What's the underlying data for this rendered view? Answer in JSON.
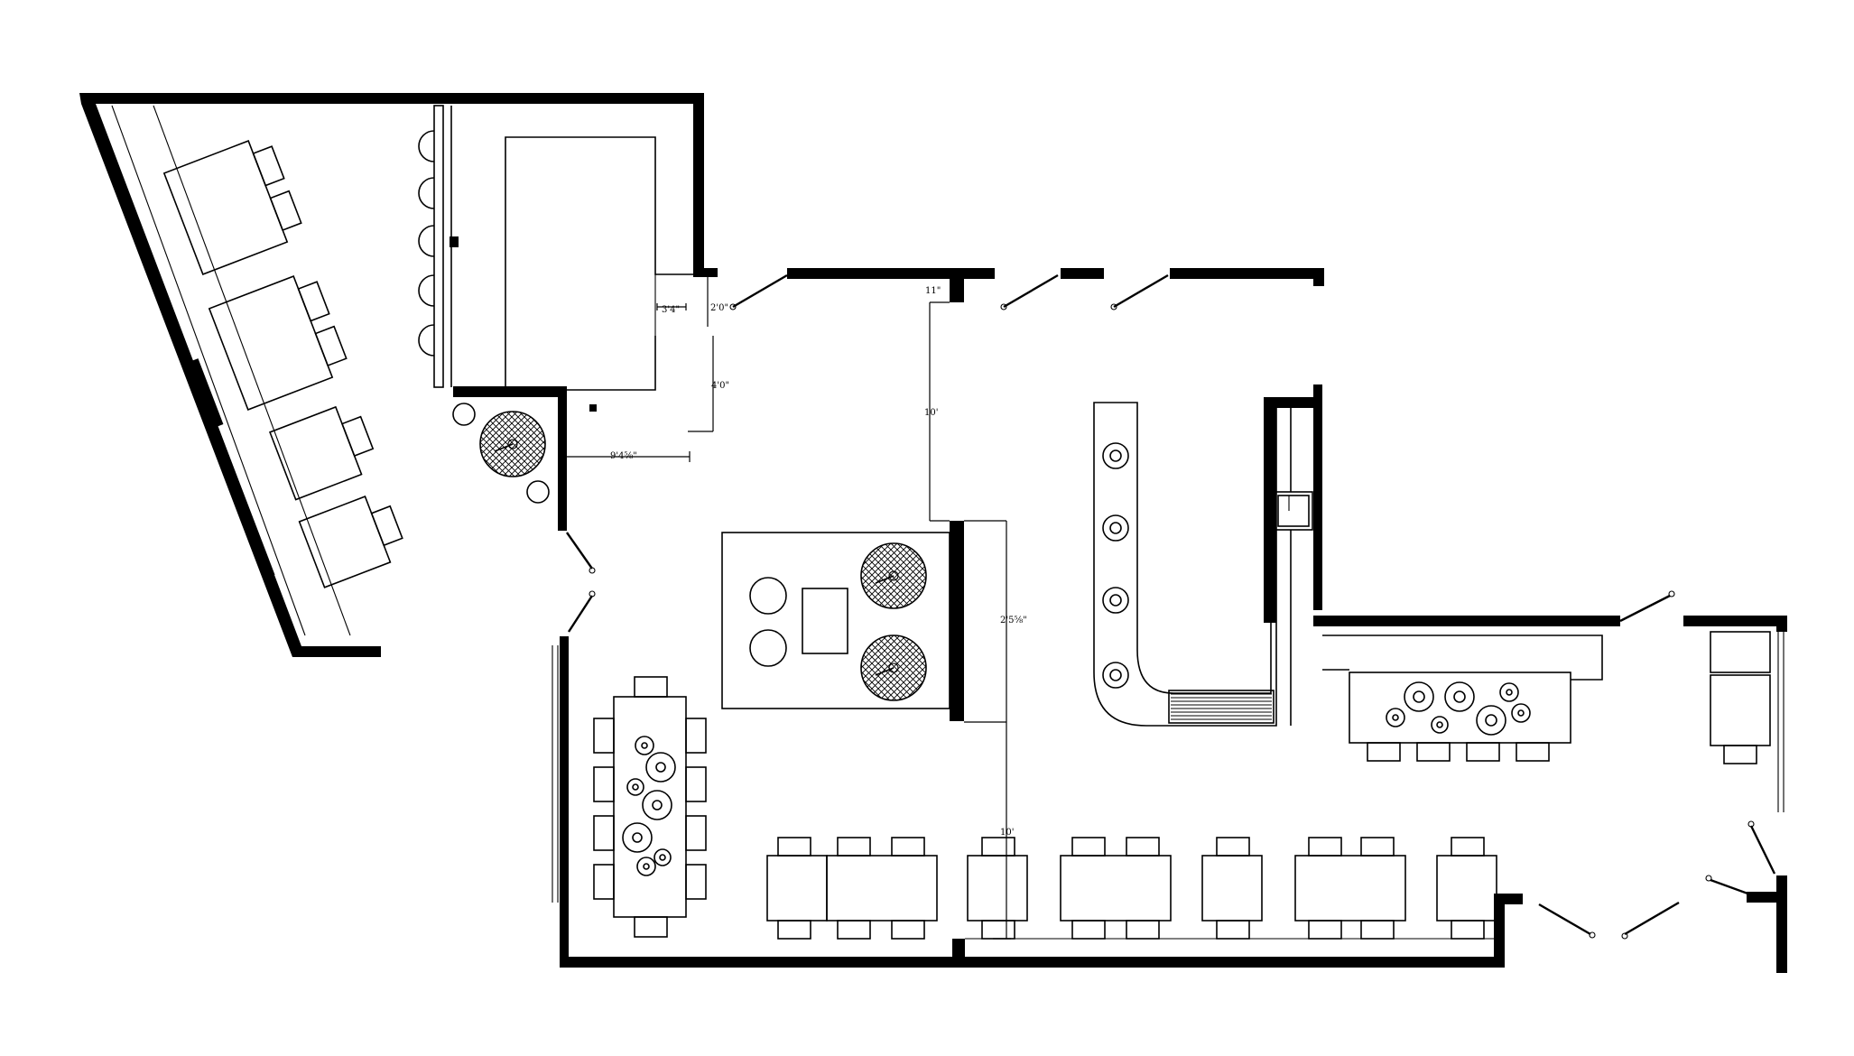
{
  "dimensions": {
    "d1": "3'4\"",
    "d2": "2'0\"",
    "d3": "4'0\"",
    "d4": "9'4⅝\"",
    "d5": "11\"",
    "d6": "10'",
    "d7": "2'5⅝\"",
    "d8": "10'"
  }
}
